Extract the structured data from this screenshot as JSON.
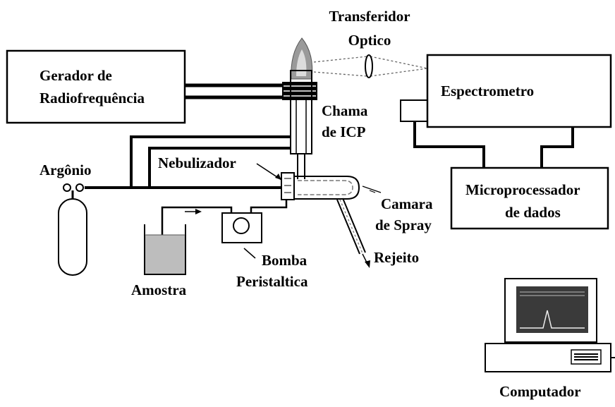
{
  "labels": {
    "transferidor_line1": "Transferidor",
    "transferidor_line2": "Optico",
    "gerador_line1": "Gerador de",
    "gerador_line2": "Radiofrequência",
    "espectrometro": "Espectrometro",
    "chama_line1": "Chama",
    "chama_line2": "de ICP",
    "argonio": "Argônio",
    "nebulizador": "Nebulizador",
    "micro_line1": "Microprocessador",
    "micro_line2": "de dados",
    "camara_line1": "Camara",
    "camara_line2": "de Spray",
    "bomba_line1": "Bomba",
    "bomba_line2": "Peristaltica",
    "rejeito": "Rejeito",
    "amostra": "Amostra",
    "computador": "Computador"
  },
  "colors": {
    "ink": "#000000",
    "sample_fill": "#bdbdbd",
    "screen_fill": "#3a3a3a",
    "flame_fill": "#9a9a9a"
  }
}
